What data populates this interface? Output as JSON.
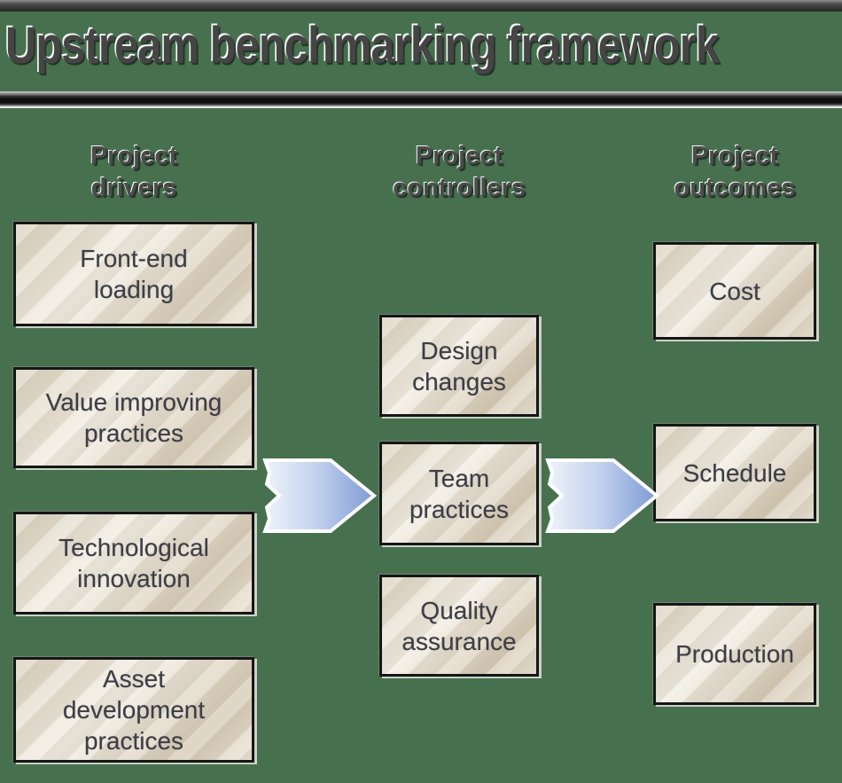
{
  "page": {
    "title": "Upstream benchmarking framework"
  },
  "columns": [
    {
      "header": "Project\ndrivers",
      "boxes": [
        {
          "label": "Front-end\nloading"
        },
        {
          "label": "Value improving\npractices"
        },
        {
          "label": "Technological\ninnovation"
        },
        {
          "label": "Asset\ndevelopment\npractices"
        }
      ]
    },
    {
      "header": "Project\ncontrollers",
      "boxes": [
        {
          "label": "Design\nchanges"
        },
        {
          "label": "Team\npractices"
        },
        {
          "label": "Quality\nassurance"
        }
      ]
    },
    {
      "header": "Project\noutcomes",
      "boxes": [
        {
          "label": "Cost"
        },
        {
          "label": "Schedule"
        },
        {
          "label": "Production"
        }
      ]
    }
  ],
  "arrows": {
    "icon": "right-arrow-icon",
    "count": 2
  },
  "colors": {
    "background_green": "#47704f",
    "box_fill_light": "#f3efe5",
    "box_fill_dark": "#d7ccb8",
    "box_border": "#161616",
    "box_text": "#3d3e45",
    "title_text": "#454545",
    "arrow_light": "#eef3fb",
    "arrow_dark": "#7e9bd4",
    "divider_dark": "#0e0e0e"
  }
}
